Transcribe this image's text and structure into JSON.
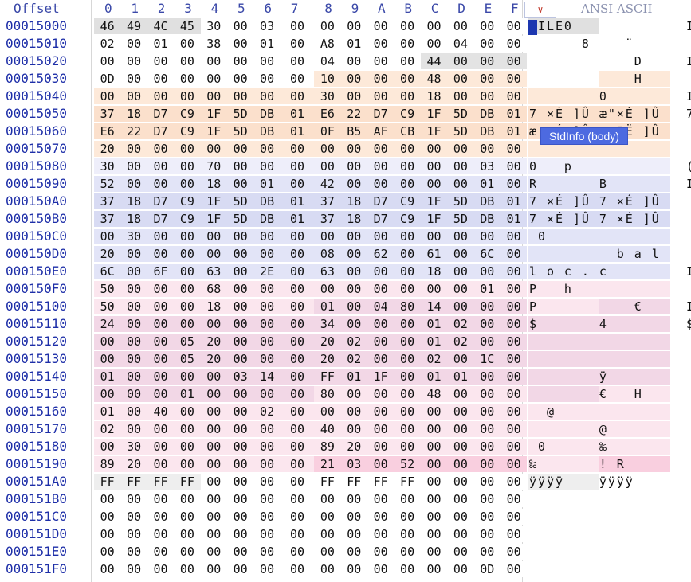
{
  "header": {
    "offset_label": "Offset",
    "columns": [
      "0",
      "1",
      "2",
      "3",
      "4",
      "5",
      "6",
      "7",
      "8",
      "9",
      "A",
      "B",
      "C",
      "D",
      "E",
      "F"
    ],
    "dropdown_icon": "chevron-down-icon",
    "encoding_label": "ANSI ASCII"
  },
  "tooltip": {
    "text": "StdInfo (body)"
  },
  "rows": [
    {
      "offset": "00015000",
      "hex": [
        "46",
        "49",
        "4C",
        "45",
        "30",
        "00",
        "03",
        "00",
        "00",
        "00",
        "00",
        "00",
        "00",
        "00",
        "00",
        "00"
      ],
      "ascii": "FILE0",
      "peek": "I",
      "groups": [
        "f",
        "f",
        "f",
        "f",
        "w",
        "w",
        "w",
        "w",
        "w",
        "w",
        "w",
        "w",
        "w",
        "w",
        "w",
        "w"
      ]
    },
    {
      "offset": "00015010",
      "hex": [
        "02",
        "00",
        "01",
        "00",
        "38",
        "00",
        "01",
        "00",
        "A8",
        "01",
        "00",
        "00",
        "00",
        "04",
        "00",
        "00"
      ],
      "ascii": "      8    ¨",
      "peek": "",
      "groups": [
        "w",
        "w",
        "w",
        "w",
        "w",
        "w",
        "w",
        "w",
        "w",
        "w",
        "w",
        "w",
        "w",
        "w",
        "w",
        "w"
      ]
    },
    {
      "offset": "00015020",
      "hex": [
        "00",
        "00",
        "00",
        "00",
        "00",
        "00",
        "00",
        "00",
        "04",
        "00",
        "00",
        "00",
        "44",
        "00",
        "00",
        "00"
      ],
      "ascii": "            D",
      "peek": "I",
      "groups": [
        "w",
        "w",
        "w",
        "w",
        "w",
        "w",
        "w",
        "w",
        "w",
        "w",
        "w",
        "w",
        "g",
        "g",
        "g",
        "g"
      ]
    },
    {
      "offset": "00015030",
      "hex": [
        "0D",
        "00",
        "00",
        "00",
        "00",
        "00",
        "00",
        "00",
        "10",
        "00",
        "00",
        "00",
        "48",
        "00",
        "00",
        "00"
      ],
      "ascii": "            H",
      "peek": "",
      "groups": [
        "w",
        "w",
        "w",
        "w",
        "w",
        "w",
        "w",
        "w",
        "p",
        "p",
        "p",
        "p",
        "p",
        "p",
        "p",
        "p"
      ]
    },
    {
      "offset": "00015040",
      "hex": [
        "00",
        "00",
        "00",
        "00",
        "00",
        "00",
        "00",
        "00",
        "30",
        "00",
        "00",
        "00",
        "18",
        "00",
        "00",
        "00"
      ],
      "ascii": "        0",
      "peek": "I",
      "groups": [
        "p",
        "p",
        "p",
        "p",
        "p",
        "p",
        "p",
        "p",
        "p",
        "p",
        "p",
        "p",
        "p",
        "p",
        "p",
        "p"
      ]
    },
    {
      "offset": "00015050",
      "hex": [
        "37",
        "18",
        "D7",
        "C9",
        "1F",
        "5D",
        "DB",
        "01",
        "E6",
        "22",
        "D7",
        "C9",
        "1F",
        "5D",
        "DB",
        "01"
      ],
      "ascii": "7 ×É ]Û æ\"×É ]Û",
      "peek": "7",
      "groups": [
        "q",
        "q",
        "q",
        "q",
        "q",
        "q",
        "q",
        "q",
        "q",
        "q",
        "q",
        "q",
        "q",
        "q",
        "q",
        "q"
      ]
    },
    {
      "offset": "00015060",
      "hex": [
        "E6",
        "22",
        "D7",
        "C9",
        "1F",
        "5D",
        "DB",
        "01",
        "0F",
        "B5",
        "AF",
        "CB",
        "1F",
        "5D",
        "DB",
        "01"
      ],
      "ascii": "æ\"×É ]Û  µ¯Ë ]Û",
      "peek": "",
      "groups": [
        "q",
        "q",
        "q",
        "q",
        "q",
        "q",
        "q",
        "q",
        "q",
        "q",
        "q",
        "q",
        "q",
        "q",
        "q",
        "q"
      ]
    },
    {
      "offset": "00015070",
      "hex": [
        "20",
        "00",
        "00",
        "00",
        "00",
        "00",
        "00",
        "00",
        "00",
        "00",
        "00",
        "00",
        "00",
        "00",
        "00",
        "00"
      ],
      "ascii": "",
      "peek": "",
      "groups": [
        "p",
        "p",
        "p",
        "p",
        "p",
        "p",
        "p",
        "p",
        "p",
        "p",
        "p",
        "p",
        "p",
        "p",
        "p",
        "p"
      ]
    },
    {
      "offset": "00015080",
      "hex": [
        "30",
        "00",
        "00",
        "00",
        "70",
        "00",
        "00",
        "00",
        "00",
        "00",
        "00",
        "00",
        "00",
        "00",
        "03",
        "00"
      ],
      "ascii": "0   p",
      "peek": "(",
      "groups": [
        "l",
        "l",
        "l",
        "l",
        "l",
        "l",
        "l",
        "l",
        "l",
        "l",
        "l",
        "l",
        "l",
        "l",
        "l",
        "l"
      ]
    },
    {
      "offset": "00015090",
      "hex": [
        "52",
        "00",
        "00",
        "00",
        "18",
        "00",
        "01",
        "00",
        "42",
        "00",
        "00",
        "00",
        "00",
        "00",
        "01",
        "00"
      ],
      "ascii": "R       B",
      "peek": "I",
      "groups": [
        "m",
        "m",
        "m",
        "m",
        "m",
        "m",
        "m",
        "m",
        "m",
        "m",
        "m",
        "m",
        "m",
        "m",
        "m",
        "m"
      ]
    },
    {
      "offset": "000150A0",
      "hex": [
        "37",
        "18",
        "D7",
        "C9",
        "1F",
        "5D",
        "DB",
        "01",
        "37",
        "18",
        "D7",
        "C9",
        "1F",
        "5D",
        "DB",
        "01"
      ],
      "ascii": "7 ×É ]Û 7 ×É ]Û",
      "peek": "",
      "groups": [
        "n",
        "n",
        "n",
        "n",
        "n",
        "n",
        "n",
        "n",
        "n",
        "n",
        "n",
        "n",
        "n",
        "n",
        "n",
        "n"
      ]
    },
    {
      "offset": "000150B0",
      "hex": [
        "37",
        "18",
        "D7",
        "C9",
        "1F",
        "5D",
        "DB",
        "01",
        "37",
        "18",
        "D7",
        "C9",
        "1F",
        "5D",
        "DB",
        "01"
      ],
      "ascii": "7 ×É ]Û 7 ×É ]Û",
      "peek": "",
      "groups": [
        "n",
        "n",
        "n",
        "n",
        "n",
        "n",
        "n",
        "n",
        "n",
        "n",
        "n",
        "n",
        "n",
        "n",
        "n",
        "n"
      ]
    },
    {
      "offset": "000150C0",
      "hex": [
        "00",
        "30",
        "00",
        "00",
        "00",
        "00",
        "00",
        "00",
        "00",
        "00",
        "00",
        "00",
        "00",
        "00",
        "00",
        "00"
      ],
      "ascii": " 0",
      "peek": "",
      "groups": [
        "m",
        "m",
        "m",
        "m",
        "m",
        "m",
        "m",
        "m",
        "m",
        "m",
        "m",
        "m",
        "m",
        "m",
        "m",
        "m"
      ]
    },
    {
      "offset": "000150D0",
      "hex": [
        "20",
        "00",
        "00",
        "00",
        "00",
        "00",
        "00",
        "00",
        "08",
        "00",
        "62",
        "00",
        "61",
        "00",
        "6C",
        "00"
      ],
      "ascii": "          b a l",
      "peek": "",
      "groups": [
        "m",
        "m",
        "m",
        "m",
        "m",
        "m",
        "m",
        "m",
        "m",
        "m",
        "m",
        "m",
        "m",
        "m",
        "m",
        "m"
      ]
    },
    {
      "offset": "000150E0",
      "hex": [
        "6C",
        "00",
        "6F",
        "00",
        "63",
        "00",
        "2E",
        "00",
        "63",
        "00",
        "00",
        "00",
        "18",
        "00",
        "00",
        "00"
      ],
      "ascii": "l o c . c",
      "peek": "I",
      "groups": [
        "m",
        "m",
        "m",
        "m",
        "m",
        "m",
        "m",
        "m",
        "m",
        "m",
        "m",
        "m",
        "m",
        "m",
        "m",
        "m"
      ]
    },
    {
      "offset": "000150F0",
      "hex": [
        "50",
        "00",
        "00",
        "00",
        "68",
        "00",
        "00",
        "00",
        "00",
        "00",
        "00",
        "00",
        "00",
        "00",
        "01",
        "00"
      ],
      "ascii": "P   h",
      "peek": "",
      "groups": [
        "r",
        "r",
        "r",
        "r",
        "r",
        "r",
        "r",
        "r",
        "r",
        "r",
        "r",
        "r",
        "r",
        "r",
        "r",
        "r"
      ]
    },
    {
      "offset": "00015100",
      "hex": [
        "50",
        "00",
        "00",
        "00",
        "18",
        "00",
        "00",
        "00",
        "01",
        "00",
        "04",
        "80",
        "14",
        "00",
        "00",
        "00"
      ],
      "ascii": "P           €",
      "peek": "I",
      "groups": [
        "r",
        "r",
        "r",
        "r",
        "r",
        "r",
        "r",
        "r",
        "s",
        "s",
        "s",
        "s",
        "s",
        "s",
        "s",
        "s"
      ]
    },
    {
      "offset": "00015110",
      "hex": [
        "24",
        "00",
        "00",
        "00",
        "00",
        "00",
        "00",
        "00",
        "34",
        "00",
        "00",
        "00",
        "01",
        "02",
        "00",
        "00"
      ],
      "ascii": "$       4",
      "peek": "$",
      "groups": [
        "s",
        "s",
        "s",
        "s",
        "s",
        "s",
        "s",
        "s",
        "s",
        "s",
        "s",
        "s",
        "s",
        "s",
        "s",
        "s"
      ]
    },
    {
      "offset": "00015120",
      "hex": [
        "00",
        "00",
        "00",
        "05",
        "20",
        "00",
        "00",
        "00",
        "20",
        "02",
        "00",
        "00",
        "01",
        "02",
        "00",
        "00"
      ],
      "ascii": "",
      "peek": "",
      "groups": [
        "s",
        "s",
        "s",
        "s",
        "s",
        "s",
        "s",
        "s",
        "s",
        "s",
        "s",
        "s",
        "s",
        "s",
        "s",
        "s"
      ]
    },
    {
      "offset": "00015130",
      "hex": [
        "00",
        "00",
        "00",
        "05",
        "20",
        "00",
        "00",
        "00",
        "20",
        "02",
        "00",
        "00",
        "02",
        "00",
        "1C",
        "00"
      ],
      "ascii": "",
      "peek": "",
      "groups": [
        "s",
        "s",
        "s",
        "s",
        "s",
        "s",
        "s",
        "s",
        "s",
        "s",
        "s",
        "s",
        "s",
        "s",
        "s",
        "s"
      ]
    },
    {
      "offset": "00015140",
      "hex": [
        "01",
        "00",
        "00",
        "00",
        "00",
        "03",
        "14",
        "00",
        "FF",
        "01",
        "1F",
        "00",
        "01",
        "01",
        "00",
        "00"
      ],
      "ascii": "        ÿ",
      "peek": "",
      "groups": [
        "s",
        "s",
        "s",
        "s",
        "s",
        "s",
        "s",
        "s",
        "s",
        "s",
        "s",
        "s",
        "s",
        "s",
        "s",
        "s"
      ]
    },
    {
      "offset": "00015150",
      "hex": [
        "00",
        "00",
        "00",
        "01",
        "00",
        "00",
        "00",
        "00",
        "80",
        "00",
        "00",
        "00",
        "48",
        "00",
        "00",
        "00"
      ],
      "ascii": "        €   H",
      "peek": "",
      "groups": [
        "s",
        "s",
        "s",
        "s",
        "s",
        "s",
        "s",
        "s",
        "r",
        "r",
        "r",
        "r",
        "r",
        "r",
        "r",
        "r"
      ]
    },
    {
      "offset": "00015160",
      "hex": [
        "01",
        "00",
        "40",
        "00",
        "00",
        "00",
        "02",
        "00",
        "00",
        "00",
        "00",
        "00",
        "00",
        "00",
        "00",
        "00"
      ],
      "ascii": "  @",
      "peek": "",
      "groups": [
        "r",
        "r",
        "r",
        "r",
        "r",
        "r",
        "r",
        "r",
        "r",
        "r",
        "r",
        "r",
        "r",
        "r",
        "r",
        "r"
      ]
    },
    {
      "offset": "00015170",
      "hex": [
        "02",
        "00",
        "00",
        "00",
        "00",
        "00",
        "00",
        "00",
        "40",
        "00",
        "00",
        "00",
        "00",
        "00",
        "00",
        "00"
      ],
      "ascii": "        @",
      "peek": "",
      "groups": [
        "r",
        "r",
        "r",
        "r",
        "r",
        "r",
        "r",
        "r",
        "r",
        "r",
        "r",
        "r",
        "r",
        "r",
        "r",
        "r"
      ]
    },
    {
      "offset": "00015180",
      "hex": [
        "00",
        "30",
        "00",
        "00",
        "00",
        "00",
        "00",
        "00",
        "89",
        "20",
        "00",
        "00",
        "00",
        "00",
        "00",
        "00"
      ],
      "ascii": " 0      ‰",
      "peek": "",
      "groups": [
        "r",
        "r",
        "r",
        "r",
        "r",
        "r",
        "r",
        "r",
        "r",
        "r",
        "r",
        "r",
        "r",
        "r",
        "r",
        "r"
      ]
    },
    {
      "offset": "00015190",
      "hex": [
        "89",
        "20",
        "00",
        "00",
        "00",
        "00",
        "00",
        "00",
        "21",
        "03",
        "00",
        "52",
        "00",
        "00",
        "00",
        "00"
      ],
      "ascii": "‰       ! R",
      "peek": "",
      "groups": [
        "r",
        "r",
        "r",
        "r",
        "r",
        "r",
        "r",
        "r",
        "t",
        "t",
        "t",
        "t",
        "t",
        "t",
        "t",
        "t"
      ]
    },
    {
      "offset": "000151A0",
      "hex": [
        "FF",
        "FF",
        "FF",
        "FF",
        "00",
        "00",
        "00",
        "00",
        "FF",
        "FF",
        "FF",
        "FF",
        "00",
        "00",
        "00",
        "00"
      ],
      "ascii": "ÿÿÿÿ    ÿÿÿÿ",
      "peek": "",
      "groups": [
        "e",
        "e",
        "e",
        "e",
        "w",
        "w",
        "w",
        "w",
        "w",
        "w",
        "w",
        "w",
        "w",
        "w",
        "w",
        "w"
      ]
    },
    {
      "offset": "000151B0",
      "hex": [
        "00",
        "00",
        "00",
        "00",
        "00",
        "00",
        "00",
        "00",
        "00",
        "00",
        "00",
        "00",
        "00",
        "00",
        "00",
        "00"
      ],
      "ascii": "",
      "peek": "",
      "groups": [
        "w",
        "w",
        "w",
        "w",
        "w",
        "w",
        "w",
        "w",
        "w",
        "w",
        "w",
        "w",
        "w",
        "w",
        "w",
        "w"
      ]
    },
    {
      "offset": "000151C0",
      "hex": [
        "00",
        "00",
        "00",
        "00",
        "00",
        "00",
        "00",
        "00",
        "00",
        "00",
        "00",
        "00",
        "00",
        "00",
        "00",
        "00"
      ],
      "ascii": "",
      "peek": "",
      "groups": [
        "w",
        "w",
        "w",
        "w",
        "w",
        "w",
        "w",
        "w",
        "w",
        "w",
        "w",
        "w",
        "w",
        "w",
        "w",
        "w"
      ]
    },
    {
      "offset": "000151D0",
      "hex": [
        "00",
        "00",
        "00",
        "00",
        "00",
        "00",
        "00",
        "00",
        "00",
        "00",
        "00",
        "00",
        "00",
        "00",
        "00",
        "00"
      ],
      "ascii": "",
      "peek": "",
      "groups": [
        "w",
        "w",
        "w",
        "w",
        "w",
        "w",
        "w",
        "w",
        "w",
        "w",
        "w",
        "w",
        "w",
        "w",
        "w",
        "w"
      ]
    },
    {
      "offset": "000151E0",
      "hex": [
        "00",
        "00",
        "00",
        "00",
        "00",
        "00",
        "00",
        "00",
        "00",
        "00",
        "00",
        "00",
        "00",
        "00",
        "00",
        "00"
      ],
      "ascii": "",
      "peek": "",
      "groups": [
        "w",
        "w",
        "w",
        "w",
        "w",
        "w",
        "w",
        "w",
        "w",
        "w",
        "w",
        "w",
        "w",
        "w",
        "w",
        "w"
      ]
    },
    {
      "offset": "000151F0",
      "hex": [
        "00",
        "00",
        "00",
        "00",
        "00",
        "00",
        "00",
        "00",
        "00",
        "00",
        "00",
        "00",
        "00",
        "00",
        "0D",
        "00"
      ],
      "ascii": "",
      "peek": "",
      "groups": [
        "w",
        "w",
        "w",
        "w",
        "w",
        "w",
        "w",
        "w",
        "w",
        "w",
        "w",
        "w",
        "w",
        "w",
        "w",
        "w"
      ]
    }
  ],
  "colors": {
    "w": "#ffffff",
    "f": "#e0e0e0",
    "g": "#e3e3e3",
    "e": "#eeeeee",
    "p": "#fde9d9",
    "q": "#fbe0cc",
    "l": "#eeeefa",
    "m": "#e2e4f7",
    "n": "#d8dbf3",
    "r": "#fbe6ee",
    "s": "#f2d7e6",
    "t": "#f9cfdf"
  }
}
